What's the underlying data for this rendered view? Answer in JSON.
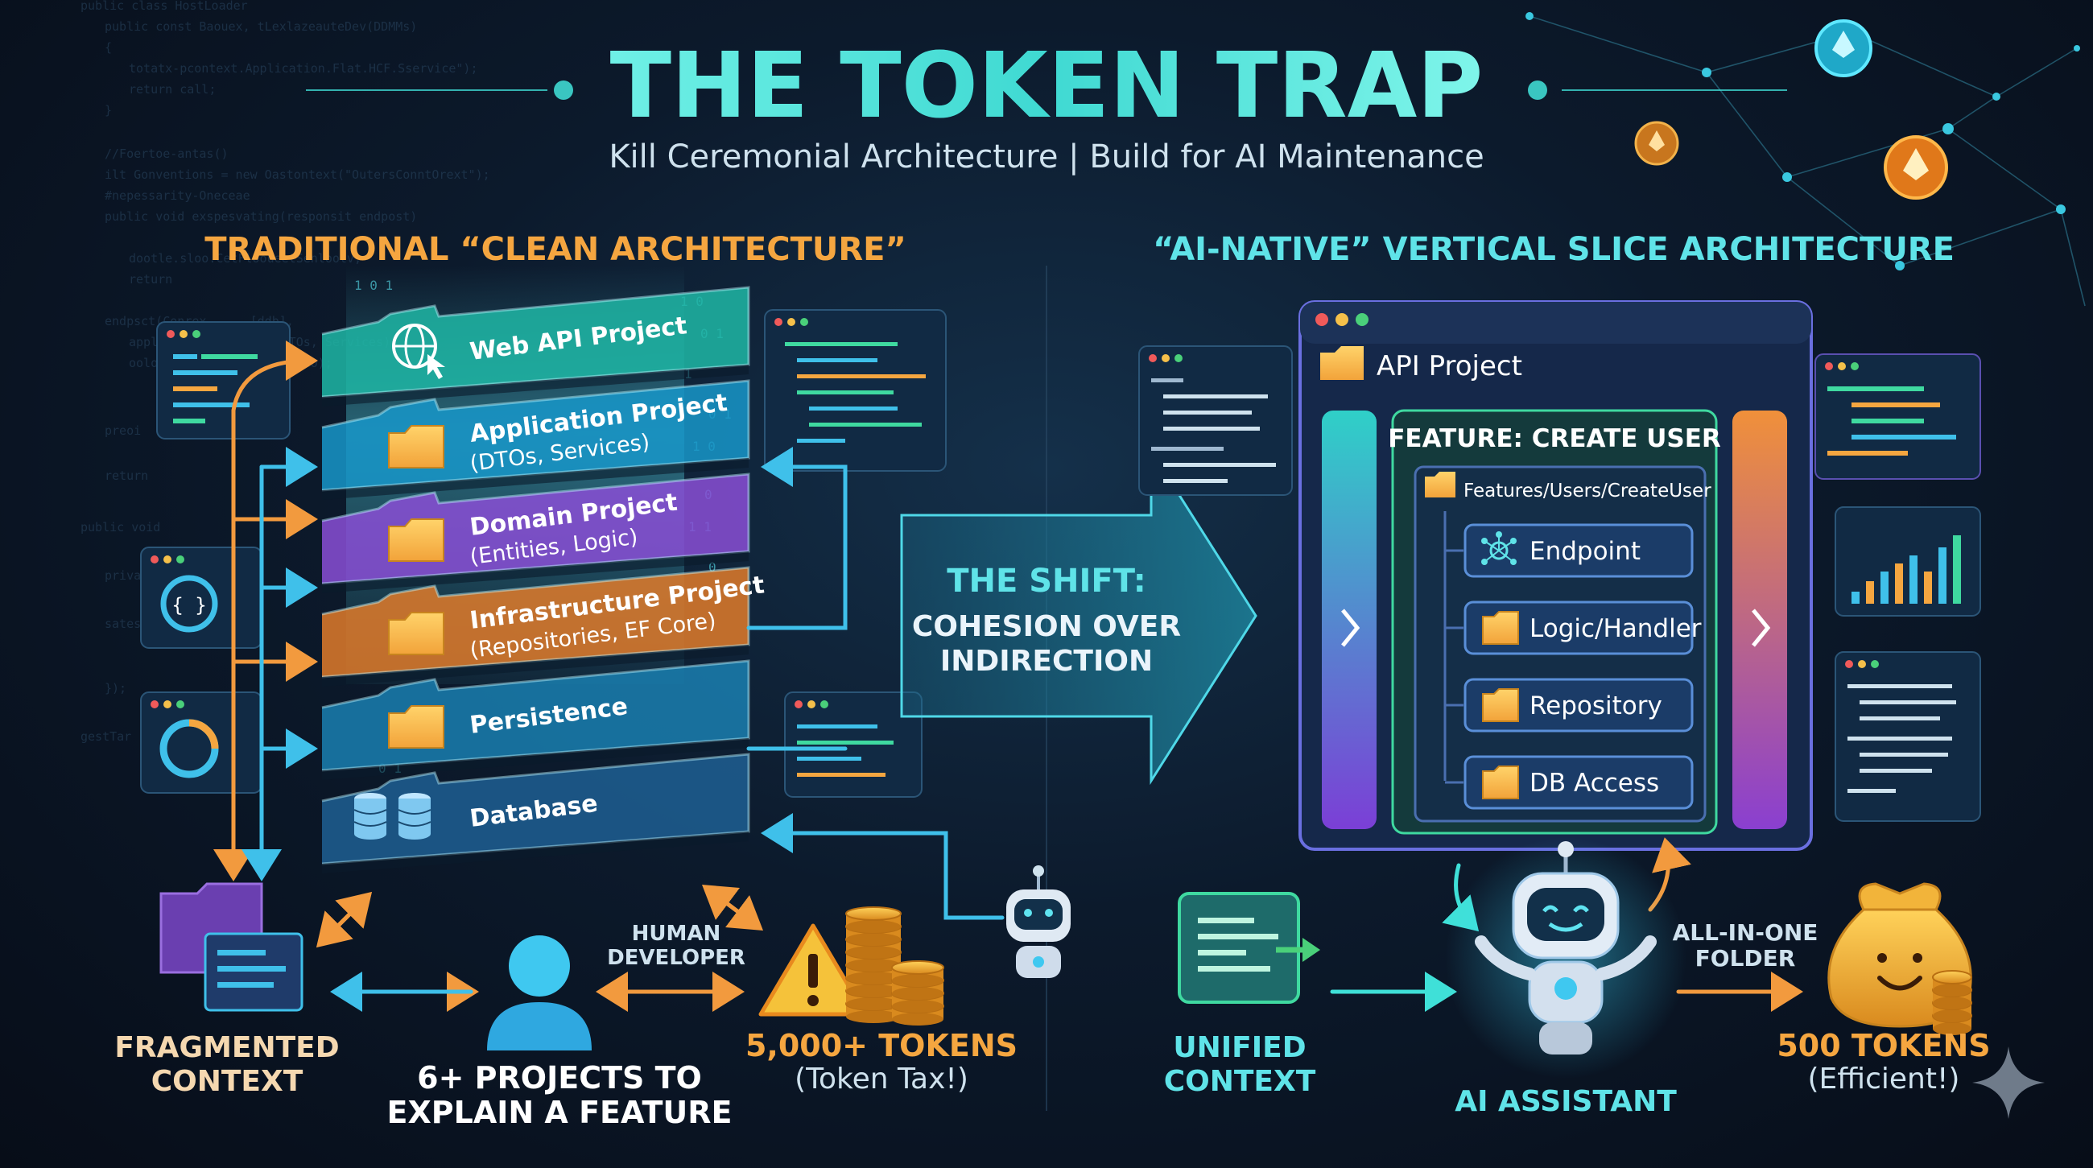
{
  "header": {
    "title": "THE TOKEN TRAP",
    "subtitle": "Kill Ceremonial Architecture | Build for AI Maintenance"
  },
  "left": {
    "heading": "TRADITIONAL “CLEAN ARCHITECTURE”",
    "layers": [
      {
        "title": "Web API Project",
        "subtitle": "",
        "icon": "globe-cursor-icon",
        "color": "#1fb7a6"
      },
      {
        "title": "Application Project",
        "subtitle": "(DTOs, Services)",
        "icon": "folder-icon",
        "color": "#1797c9"
      },
      {
        "title": "Domain Project",
        "subtitle": "(Entities, Logic)",
        "icon": "folder-icon",
        "color": "#8a4fd6"
      },
      {
        "title": "Infrastructure Project",
        "subtitle": "(Repositories, EF Core)",
        "icon": "folder-icon",
        "color": "#e07b2a"
      },
      {
        "title": "Persistence",
        "subtitle": "",
        "icon": "folder-icon",
        "color": "#1a7fb0"
      },
      {
        "title": "Database",
        "subtitle": "",
        "icon": "database-icon",
        "color": "#1f5f93"
      }
    ],
    "fragmented": [
      "FRAGMENTED",
      "CONTEXT"
    ],
    "developer_label": [
      "HUMAN",
      "DEVELOPER"
    ],
    "projects": [
      "6+ PROJECTS TO",
      "EXPLAIN A FEATURE"
    ],
    "tokens": "5,000+ TOKENS",
    "tokens_note": "(Token Tax!)"
  },
  "shift": {
    "title": "THE SHIFT:",
    "lines": [
      "COHESION OVER",
      "INDIRECTION"
    ]
  },
  "right": {
    "heading": "“AI-NATIVE” VERTICAL SLICE ARCHITECTURE",
    "project": "API Project",
    "feature": "FEATURE: CREATE USER",
    "path": "Features/Users/CreateUser",
    "items": [
      "Endpoint",
      "Logic/Handler",
      "Repository",
      "DB Access"
    ],
    "unified": [
      "UNIFIED",
      "CONTEXT"
    ],
    "assistant": "AI ASSISTANT",
    "all_in_one": [
      "ALL-IN-ONE",
      "FOLDER"
    ],
    "tokens": "500 TOKENS",
    "tokens_note": "(Efficient!)"
  },
  "colors": {
    "cyan": "#35e0d8",
    "orange": "#f4a23a",
    "heading_orange": "#f5a640",
    "heading_cyan": "#5fe3e8",
    "arrow_blue": "#3fb8e8",
    "arrow_orange": "#ef8a3a"
  }
}
